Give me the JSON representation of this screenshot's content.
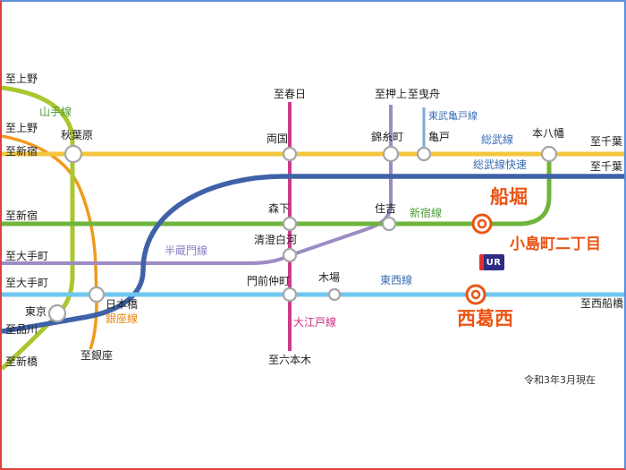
{
  "edge_labels": {
    "ueno1": "至上野",
    "ueno2": "至上野",
    "shinjuku1": "至新宿",
    "shinjuku2": "至新宿",
    "otemachi1": "至大手町",
    "otemachi2": "至大手町",
    "shinagawa": "至品川",
    "shimbashi": "至新橋",
    "kasuga": "至春日",
    "oshiage": "至押上",
    "hikifune": "至曳舟",
    "chiba1": "至千葉",
    "chiba2": "至千葉",
    "nishifunabashi": "至西船橋",
    "ginza": "至銀座",
    "roppongi": "至六本木"
  },
  "stations": {
    "akihabara": "秋葉原",
    "ryogoku": "両国",
    "kinshicho": "錦糸町",
    "kameido": "亀戸",
    "motoyawata": "本八幡",
    "morishita": "森下",
    "sumiyoshi": "住吉",
    "kiyosumishirakawa": "清澄白河",
    "monzennakacho": "門前仲町",
    "kiba": "木場",
    "nihombashi": "日本橋",
    "tokyo": "東京"
  },
  "line_labels": {
    "yamanote": "山手線",
    "sobu": "総武線",
    "sobu_rapid": "総武線快速",
    "tobu_kameido": "東武亀戸線",
    "tozai": "東西線",
    "shinjuku_line": "新宿線",
    "hanzomon": "半蔵門線",
    "oedo": "大江戸線",
    "ginza_line": "銀座線"
  },
  "highlights": {
    "funabori": "船堀",
    "kojimacho": "小島町二丁目",
    "nishikasai": "西葛西"
  },
  "badge": {
    "text": "UR"
  },
  "note": {
    "date": "令和3年3月現在"
  },
  "colors": {
    "yamanote": "#a9c72e",
    "sobu_local": "#f2c63c",
    "sobu_rapid": "#3f62a7",
    "shinjuku_line": "#6fb43c",
    "hanzomon": "#9d8bc4",
    "oedo": "#cc3c8c",
    "tozai": "#6ec6ef",
    "ginza_line": "#f09a1e",
    "tobu_kameido": "#7fa8d9",
    "highlight": "#ea5514",
    "station_stroke": "#a6a6a6",
    "label_blue": "#3c6eb5",
    "label_green": "#4f9e3a",
    "label_purple": "#8e7cc3",
    "label_pink": "#c9317f",
    "label_orange": "#e8860c"
  }
}
